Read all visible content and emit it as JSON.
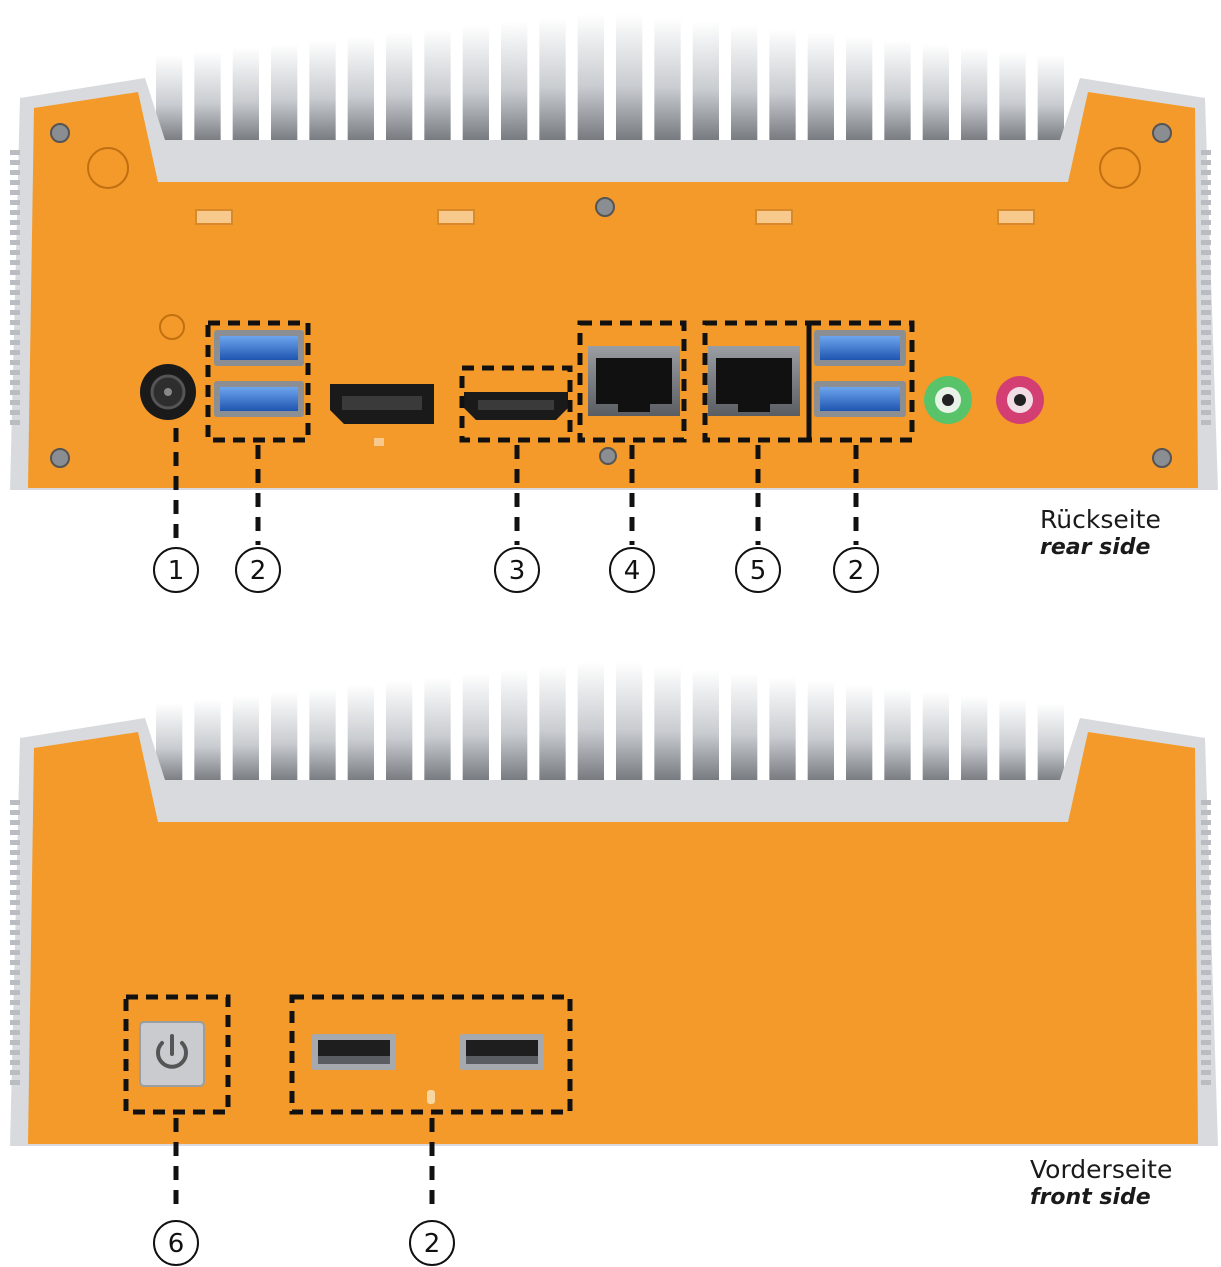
{
  "rear": {
    "label_de": "Rückseite",
    "label_en": "rear side",
    "callouts": [
      "1",
      "2",
      "3",
      "4",
      "5",
      "2"
    ]
  },
  "front": {
    "label_de": "Vorderseite",
    "label_en": "front side",
    "callouts": [
      "6",
      "2"
    ]
  },
  "colors": {
    "chassis": "#f39a2a",
    "heatsink": "#e4e6e9",
    "usb3": "#2c6fd0",
    "audio_line_out": "#59c36a",
    "audio_mic": "#d33f73",
    "dashed": "#111111"
  },
  "icons": [
    "power-icon",
    "usb-port-icon",
    "lan-port-icon",
    "displayport-icon",
    "hdmi-port-icon",
    "audio-jack-icon"
  ]
}
